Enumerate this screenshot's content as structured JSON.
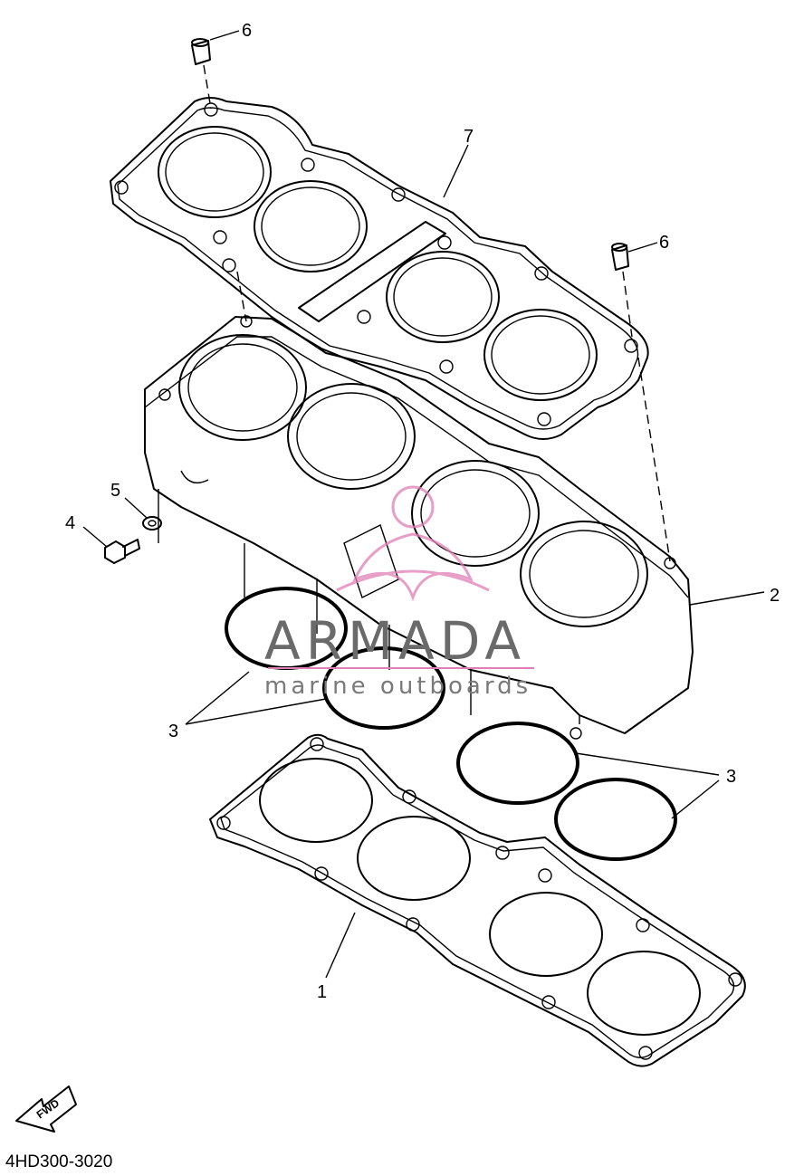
{
  "callouts": {
    "c1": "1",
    "c2": "2",
    "c3a": "3",
    "c3b": "3",
    "c4": "4",
    "c5": "5",
    "c6a": "6",
    "c6b": "6",
    "c7": "7"
  },
  "watermark": {
    "brand": "ARMADA",
    "tagline": "marine outboards",
    "color": "#e07fb6"
  },
  "fwd_label": "FWD",
  "drawing_code": "4HD300-3020"
}
